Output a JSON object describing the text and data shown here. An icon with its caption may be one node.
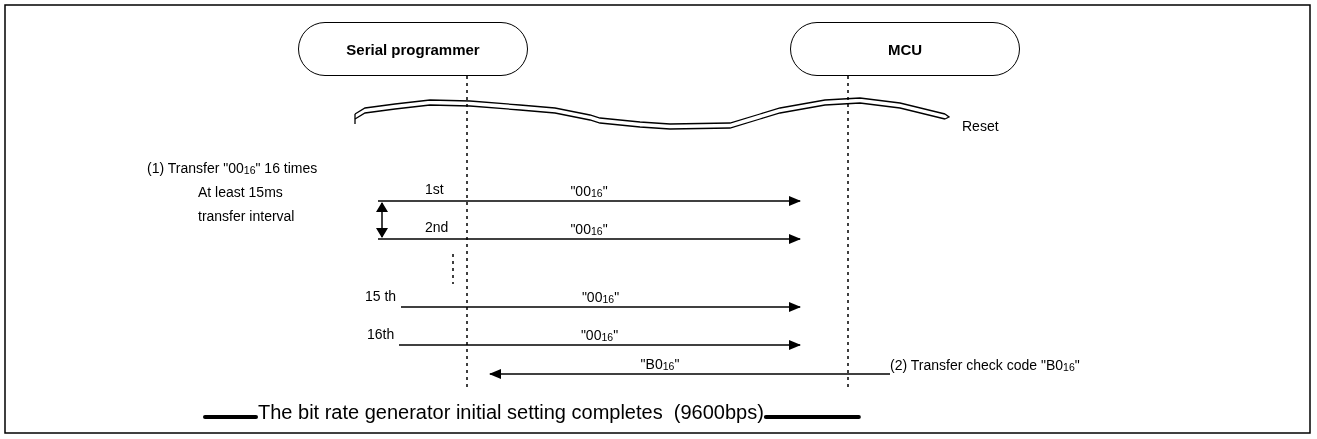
{
  "diagram": {
    "nodes": [
      {
        "text": [
          "Serial programmer"
        ]
      },
      {
        "text": [
          "MCU"
        ]
      },
      {
        "text": [
          "1st"
        ]
      },
      {
        "text": [
          "2nd"
        ]
      },
      {
        "text": [
          "15 th"
        ]
      },
      {
        "text": [
          "16th"
        ]
      },
      {
        "text": [
          "(2) Transfer check code \"B0$_{16}$\""
        ]
      }
    ],
    "edges": [
      {
        "from": 2,
        "to": null,
        "arrow": "to",
        "label": "\"00$_{16}$\""
      },
      {
        "from": 3,
        "to": null,
        "arrow": "to",
        "label": "\"00$_{16}$\""
      },
      {
        "from": 4,
        "to": null,
        "arrow": "to",
        "label": "\"00$_{16}$\""
      },
      {
        "from": 5,
        "to": null,
        "arrow": "to",
        "label": "\"00$_{16}$\""
      },
      {
        "from": 6,
        "to": null,
        "arrow": "to",
        "label": "\"B0$_{16}$\""
      }
    ],
    "labels": [
      "Reset",
      "(1) Transfer \"00$_{16}$\" 16 times",
      "At least 15ms transfer interval",
      "The bit rate generator initial setting completes  (9600bps)"
    ]
  }
}
